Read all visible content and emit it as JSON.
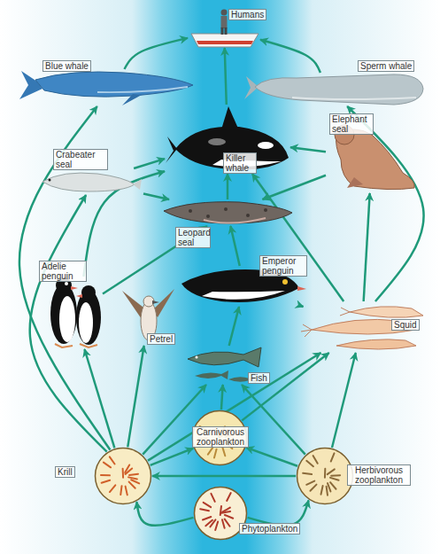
{
  "diagram": {
    "nodes": [
      {
        "text": [
          "Humans"
        ]
      },
      {
        "text": [
          "Blue whale"
        ]
      },
      {
        "text": [
          "Sperm whale"
        ]
      },
      {
        "text": [
          "Elephant seal"
        ]
      },
      {
        "text": [
          "Crabeater seal"
        ]
      },
      {
        "text": [
          "Killer whale"
        ]
      },
      {
        "text": [
          "Leopard seal"
        ]
      },
      {
        "text": [
          "Adelie penguin"
        ]
      },
      {
        "text": [
          "Emperor penguin"
        ]
      },
      {
        "text": [
          "Squid"
        ]
      },
      {
        "text": [
          "Petrel"
        ]
      },
      {
        "text": [
          "Fish"
        ]
      },
      {
        "text": [
          "Carnivorous zooplankton"
        ]
      },
      {
        "text": [
          "Krill"
        ]
      },
      {
        "text": [
          "Herbivorous zooplankton"
        ]
      },
      {
        "text": [
          "Phytoplankton"
        ]
      }
    ],
    "edges": [
      {
        "from": 1,
        "to": 0,
        "arrow": "to"
      },
      {
        "from": 2,
        "to": 0,
        "arrow": "to"
      },
      {
        "from": 5,
        "to": 0,
        "arrow": "to"
      },
      {
        "from": 4,
        "to": 5,
        "arrow": "to"
      },
      {
        "from": 3,
        "to": 5,
        "arrow": "to"
      },
      {
        "from": 6,
        "to": 5,
        "arrow": "to"
      },
      {
        "from": 7,
        "to": 5,
        "arrow": "to"
      },
      {
        "from": 4,
        "to": 6,
        "arrow": "to"
      },
      {
        "from": 3,
        "to": 6,
        "arrow": "to"
      },
      {
        "from": 8,
        "to": 6,
        "arrow": "to"
      },
      {
        "from": 7,
        "to": 6,
        "arrow": "to"
      },
      {
        "from": 9,
        "to": 3,
        "arrow": "to"
      },
      {
        "from": 9,
        "to": 2,
        "arrow": "to"
      },
      {
        "from": 9,
        "to": 5,
        "arrow": "to"
      },
      {
        "from": 9,
        "to": 8,
        "arrow": "to"
      },
      {
        "from": 11,
        "to": 8,
        "arrow": "to"
      },
      {
        "from": 13,
        "to": 1,
        "arrow": "to"
      },
      {
        "from": 13,
        "to": 4,
        "arrow": "to"
      },
      {
        "from": 13,
        "to": 7,
        "arrow": "to"
      },
      {
        "from": 13,
        "to": 10,
        "arrow": "to"
      },
      {
        "from": 13,
        "to": 11,
        "arrow": "to"
      },
      {
        "from": 13,
        "to": 9,
        "arrow": "to"
      },
      {
        "from": 13,
        "to": 12,
        "arrow": "to"
      },
      {
        "from": 14,
        "to": 12,
        "arrow": "to"
      },
      {
        "from": 14,
        "to": 11,
        "arrow": "to"
      },
      {
        "from": 14,
        "to": 9,
        "arrow": "to"
      },
      {
        "from": 14,
        "to": 13,
        "arrow": "to"
      },
      {
        "from": 12,
        "to": 11,
        "arrow": "to"
      },
      {
        "from": 12,
        "to": 9,
        "arrow": "to"
      },
      {
        "from": 15,
        "to": 13,
        "arrow": "to"
      },
      {
        "from": 15,
        "to": 14,
        "arrow": "to"
      }
    ]
  }
}
